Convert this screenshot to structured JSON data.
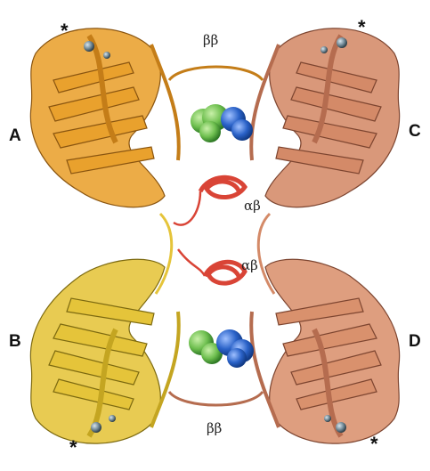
{
  "figure": {
    "chain_labels": {
      "a": "A",
      "b": "B",
      "c": "C",
      "d": "D"
    },
    "interface_labels": {
      "bb_top": "ββ",
      "ab_upper": "αβ",
      "ab_lower": "αβ",
      "bb_bottom": "ββ"
    },
    "site_markers": {
      "a": "*",
      "c": "*",
      "b": "*",
      "d": "*"
    },
    "colors": {
      "chain_a": "#e9a12d",
      "chain_b": "#e5c43a",
      "chain_c": "#d48a68",
      "chain_d": "#d9916d",
      "helix": "#d94436",
      "ligand_green": "#6ebf4f",
      "ligand_blue": "#2a62c8",
      "metal": "#6f8794",
      "background": "#ffffff"
    },
    "icons": [
      "protein-ribbon",
      "space-filling-ligand",
      "metal-ion-sphere"
    ]
  }
}
